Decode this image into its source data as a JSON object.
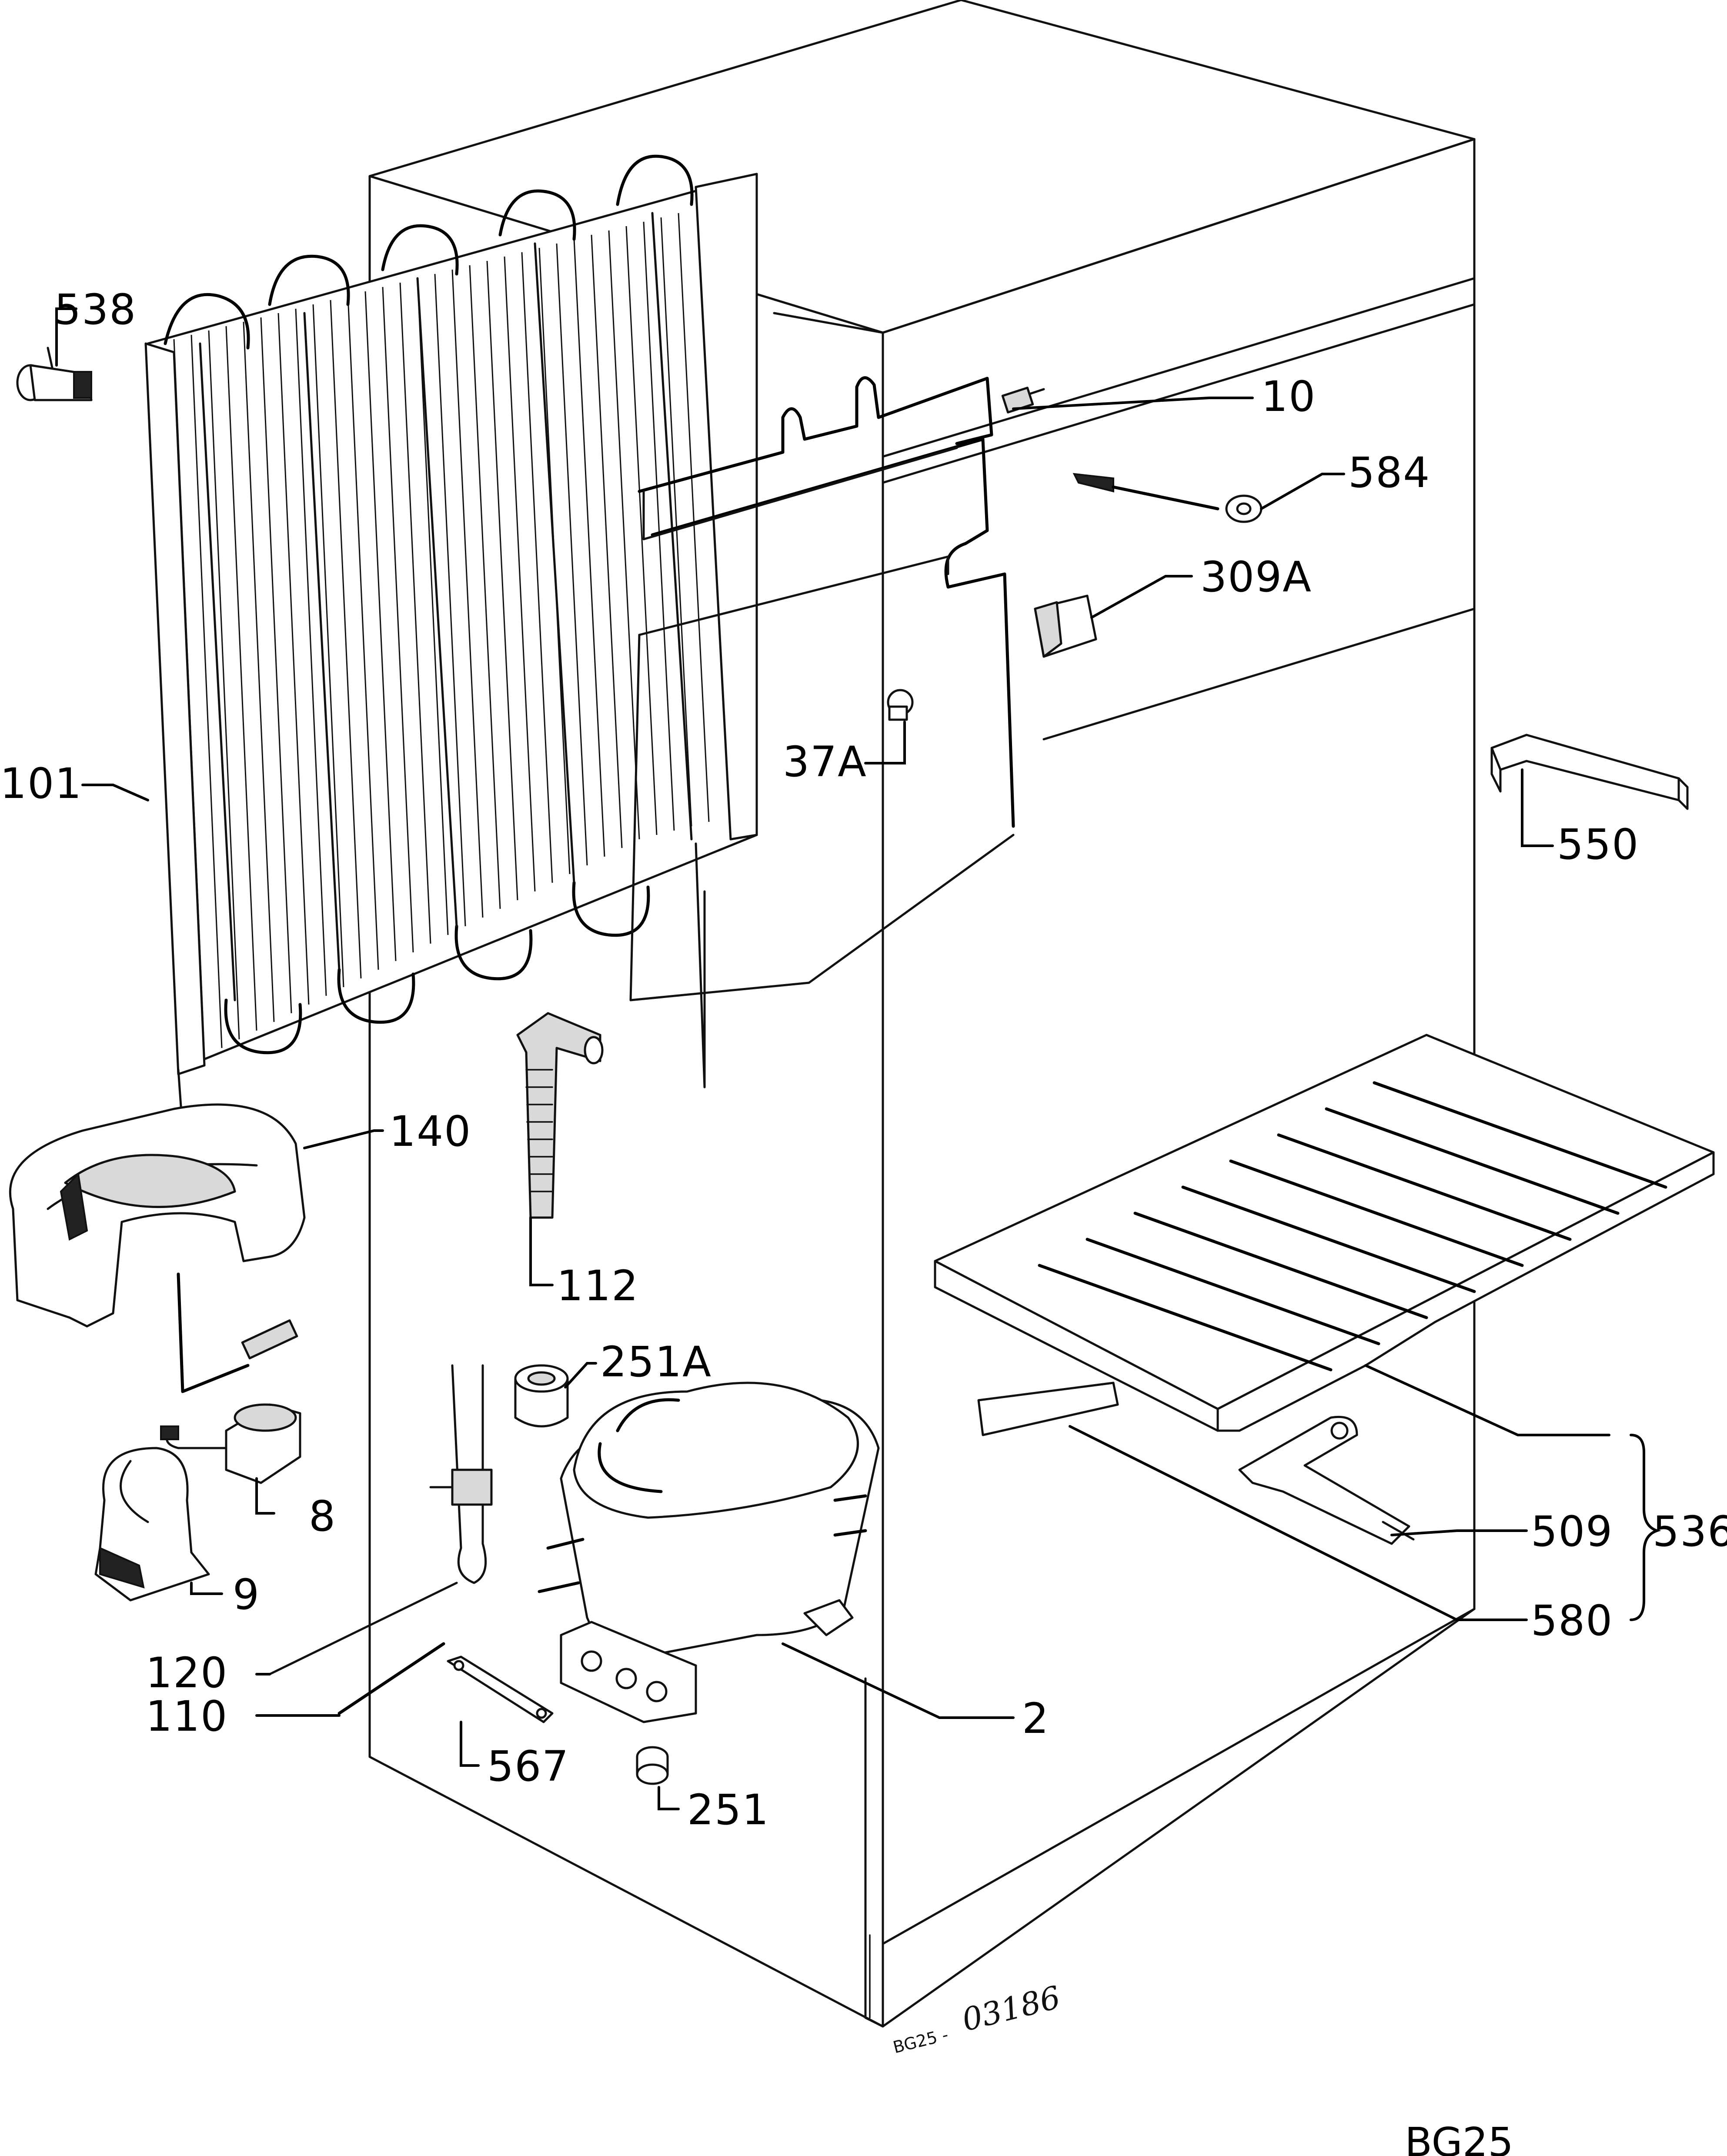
{
  "callouts": {
    "c538": "538",
    "c10": "10",
    "c584": "584",
    "c309a": "309A",
    "c37a": "37A",
    "c101": "101",
    "c550": "550",
    "c140": "140",
    "c112": "112",
    "c251a": "251A",
    "c8": "8",
    "c9": "9",
    "c120": "120",
    "c110": "110",
    "c567": "567",
    "c251": "251",
    "c2": "2",
    "c509": "509",
    "c536": "536",
    "c580": "580"
  },
  "drawing_ref": {
    "handwritten": "03186",
    "small_prefix": "BG25 -",
    "footer_code": "BG25"
  }
}
